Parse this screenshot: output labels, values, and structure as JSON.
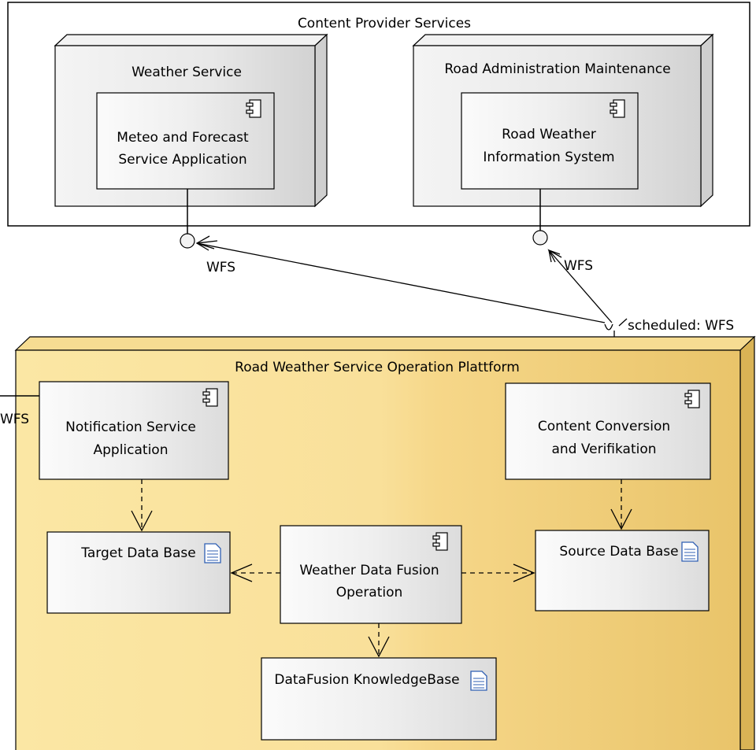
{
  "content_provider": {
    "title": "Content Provider Services",
    "weather_service": {
      "title": "Weather Service",
      "component_line1": "Meteo and Forecast",
      "component_line2": "Service Application"
    },
    "road_admin": {
      "title": "Road Administration Maintenance",
      "component_line1": "Road Weather",
      "component_line2": "Information System"
    }
  },
  "interfaces": {
    "wfs_left": "WFS",
    "wfs_right": "WFS",
    "scheduled": "scheduled: WFS",
    "wfs_edge": "WFS"
  },
  "platform": {
    "title": "Road Weather Service Operation Plattform",
    "notification_line1": "Notification Service",
    "notification_line2": "Application",
    "conversion_line1": "Content Conversion",
    "conversion_line2": "and Verifikation",
    "target_db": "Target Data Base",
    "source_db": "Source Data Base",
    "fusion_line1": "Weather Data Fusion",
    "fusion_line2": "Operation",
    "knowledge_base": "DataFusion KnowledgeBase"
  },
  "colors": {
    "platform_fill_light": "#fbe7a4",
    "platform_fill_mid": "#f8dc8a",
    "platform_fill_dark": "#e8c46a",
    "node_fill": "#eeeeee",
    "outline": "#000000"
  }
}
